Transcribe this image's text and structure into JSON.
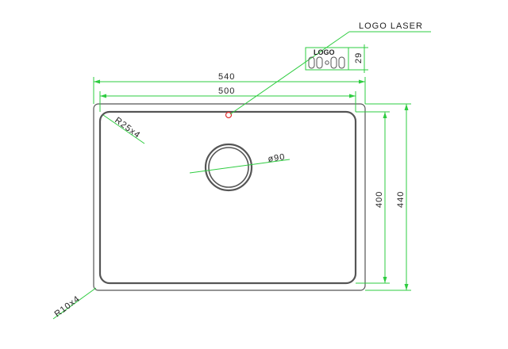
{
  "drawing": {
    "callout_label": "LOGO LASER",
    "logo_label": "LOGO",
    "logo_height": "29",
    "overall_width": "540",
    "inner_width": "500",
    "inner_height": "400",
    "overall_height": "440",
    "drain_diameter": "ø90",
    "inner_radius": "R25x4",
    "outer_radius": "R10x4"
  },
  "colors": {
    "dimension": "#2ecc40",
    "outline": "#555555",
    "text": "#222222",
    "logo_marker": "#e03030",
    "background": "#ffffff"
  }
}
